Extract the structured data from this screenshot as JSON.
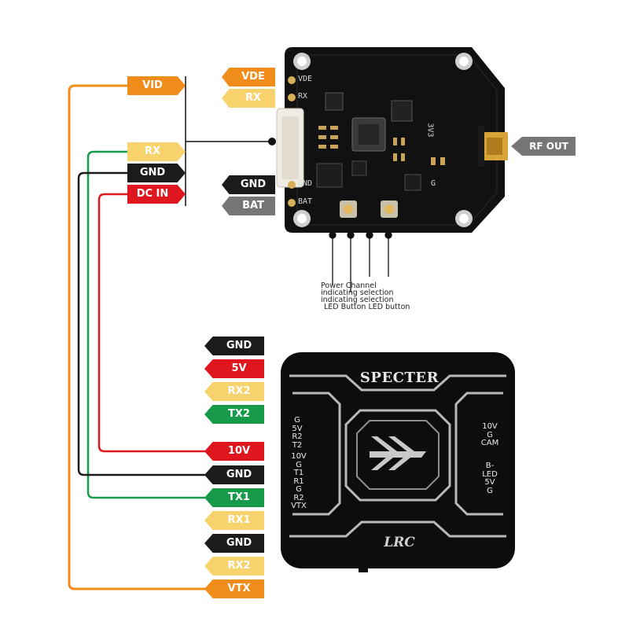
{
  "vtx_labels_left": {
    "vid": "VID",
    "rx": "RX",
    "gnd": "GND",
    "dcin": "DC IN"
  },
  "vtx_labels_right": {
    "vde": "VDE",
    "rx": "RX",
    "gnd": "GND",
    "bat": "BAT"
  },
  "rf_out": "RF OUT",
  "pcb_silk": {
    "vde": "VDE",
    "rx": "RX",
    "gnd": "GND",
    "bat": "BAT",
    "v3": "3V3",
    "g": "G"
  },
  "buttons_note": [
    "Power Channel",
    "indicating selection",
    "indicating selection",
    "LED Button LED button"
  ],
  "cam_pins": [
    "GND",
    "5V",
    "RX2",
    "TX2",
    "10V",
    "GND",
    "TX1",
    "RX1",
    "GND",
    "RX2",
    "VTX"
  ],
  "cam_board": {
    "brand": "SPECTER",
    "logo_text": "LRC",
    "left_pads_top": [
      "G",
      "5V",
      "R2",
      "T2"
    ],
    "left_pads_bottom": [
      "10V",
      "G",
      "T1",
      "R1",
      "G",
      "R2",
      "VTX"
    ],
    "right_pads_top": [
      "10V",
      "G",
      "CAM"
    ],
    "right_pads_bottom": [
      "B-",
      "LED",
      "5V",
      "G"
    ]
  },
  "colors": {
    "orange": "#ef8c1a",
    "yellow": "#f8d26d",
    "black": "#1b1b1b",
    "red": "#e0161e",
    "green": "#179a4a",
    "gray": "#767676"
  }
}
